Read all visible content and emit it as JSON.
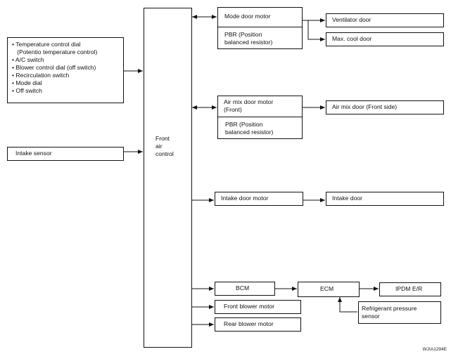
{
  "diagram": {
    "inputs_box": {
      "items": [
        "• Temperature control dial",
        "   (Potentio temperature control)",
        "• A/C switch",
        "• Blower control dial (off switch)",
        "• Recirculation switch",
        "• Mode dial",
        "• Off switch"
      ]
    },
    "intake_sensor": "Intake sensor",
    "front_air_control": "Front\nair\ncontrol",
    "mode_door_motor": "Mode door motor",
    "mode_pbr": "PBR (Position\nbalanced resistor)",
    "ventilator_door": "Ventilator door",
    "max_cool_door": "Max. cool door",
    "air_mix_motor": "Air mix door motor\n(Front)",
    "air_mix_pbr": "PBR (Position\nbalanced resistor)",
    "air_mix_door": "Air mix door (Front side)",
    "intake_door_motor": "Intake door motor",
    "intake_door": "Intake door",
    "bcm": "BCM",
    "ecm": "ECM",
    "ipdm": "IPDM E/R",
    "refrigerant_sensor": "Refrigerant pressure\nsensor",
    "front_blower_motor": "Front blower motor",
    "rear_blower_motor": "Rear blower motor",
    "figure_ref": "WJIA1294E"
  }
}
